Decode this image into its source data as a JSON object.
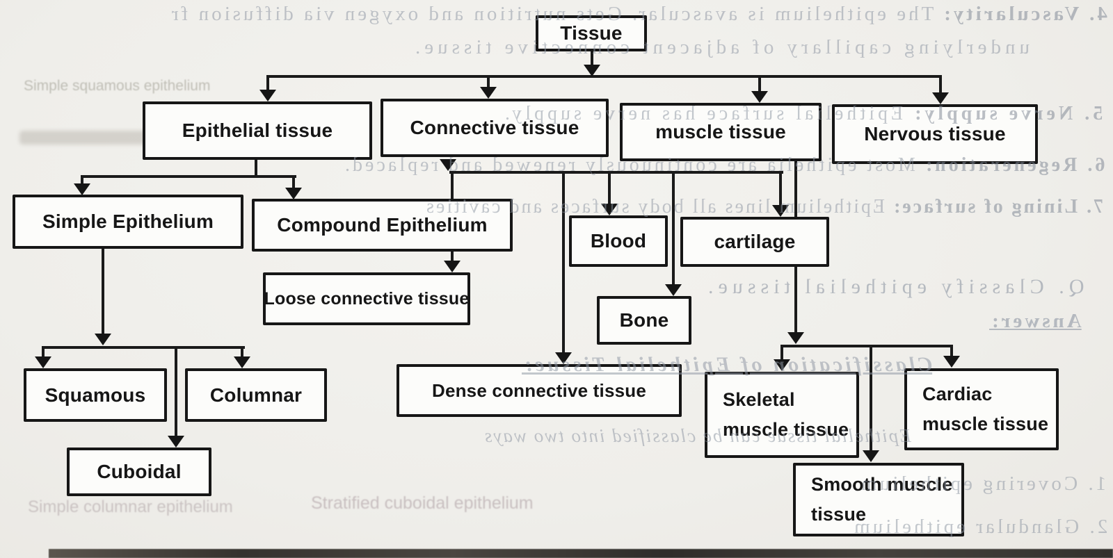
{
  "page": {
    "background_color": "#efeeea",
    "ink_color": "#161616",
    "bleed_text_color": "#8f97a4"
  },
  "flowchart": {
    "nodes": [
      {
        "id": "tissue",
        "label": "Tissue",
        "parent": null
      },
      {
        "id": "epithelial-tissue",
        "label": "Epithelial tissue",
        "parent": "tissue"
      },
      {
        "id": "connective-tissue",
        "label": "Connective tissue",
        "parent": "tissue"
      },
      {
        "id": "muscle-tissue",
        "label": "muscle tissue",
        "parent": "tissue"
      },
      {
        "id": "nervous-tissue",
        "label": "Nervous tissue",
        "parent": "tissue"
      },
      {
        "id": "simple-epithelium",
        "label": "Simple Epithelium",
        "parent": "epithelial-tissue"
      },
      {
        "id": "compound-epithelium",
        "label": "Compound Epithelium",
        "parent": "epithelial-tissue"
      },
      {
        "id": "blood",
        "label": "Blood",
        "parent": "connective-tissue"
      },
      {
        "id": "cartilage",
        "label": "cartilage",
        "parent": "connective-tissue"
      },
      {
        "id": "loose-connective",
        "label": "Loose connective tissue",
        "parent": "connective-tissue"
      },
      {
        "id": "bone",
        "label": "Bone",
        "parent": "connective-tissue"
      },
      {
        "id": "squamous",
        "label": "Squamous",
        "parent": "simple-epithelium"
      },
      {
        "id": "columnar",
        "label": "Columnar",
        "parent": "simple-epithelium"
      },
      {
        "id": "cuboidal",
        "label": "Cuboidal",
        "parent": "simple-epithelium"
      },
      {
        "id": "dense-connective",
        "label": "Dense connective tissue",
        "parent": "connective-tissue"
      },
      {
        "id": "skeletal-muscle",
        "label": "Skeletal muscle tissue",
        "parent": "muscle-tissue"
      },
      {
        "id": "cardiac-muscle",
        "label": "Cardiac muscle tissue",
        "parent": "muscle-tissue"
      },
      {
        "id": "smooth-muscle",
        "label": "Smooth muscle tissue",
        "parent": "muscle-tissue"
      }
    ]
  },
  "bleed": {
    "lines": [
      {
        "head": "4. Vascularity:",
        "rest": " The epithelium is avascular. Gets nutrition and oxygen via diffusion fr"
      },
      {
        "head": "",
        "rest": "underlying capillary of adjacent connective tissue."
      },
      {
        "head": "5. Nerve supply:",
        "rest": " Epithelial surface has nerve supply."
      },
      {
        "head": "6. Regeneration:",
        "rest": " Most epithelia are continuously renewed and replaced."
      },
      {
        "head": "7. Lining of surface:",
        "rest": " Epithelium lines all body surfaces and cavities"
      },
      {
        "head": "",
        "rest": "Q. Classify epithelial tissue."
      },
      {
        "head": "",
        "rest": "Answer:"
      },
      {
        "head": "",
        "rest": "Classification of Epithelial Tissue:"
      },
      {
        "head": "",
        "rest": "Epithelial tissue can be classified into two ways"
      },
      {
        "head": "",
        "rest": "1. Covering epithelium"
      },
      {
        "head": "",
        "rest": "2. Glandular epithelium"
      }
    ]
  },
  "ghosts": {
    "labels": [
      "Simple squamous epithelium",
      "Simple columnar epithelium",
      "Stratified cuboidal epithelium"
    ]
  }
}
